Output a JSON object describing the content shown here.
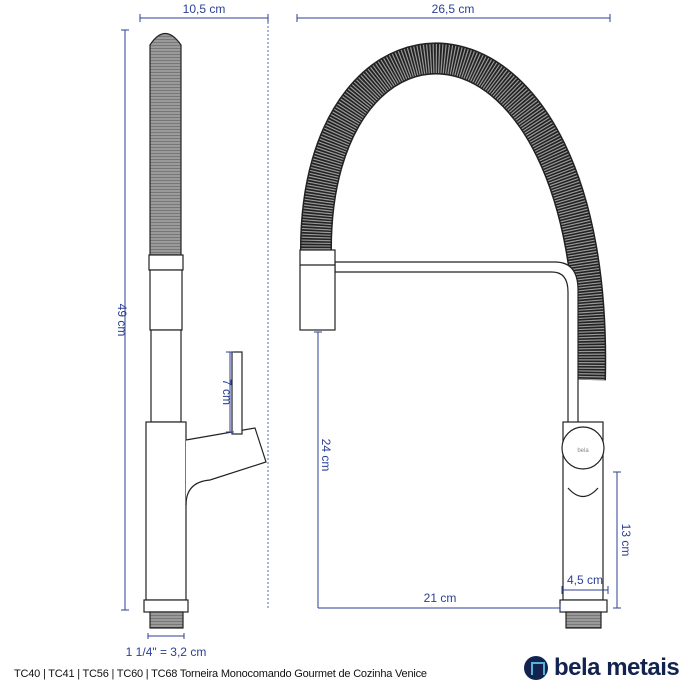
{
  "dimensions": {
    "left_width": "10,5 cm",
    "left_height": "49 cm",
    "handle_height": "7 cm",
    "thread": "1 1/4\" = 3,2 cm",
    "right_width": "26,5 cm",
    "spout_height": "24 cm",
    "reach": "21 cm",
    "body_height": "13 cm",
    "body_width": "4,5 cm"
  },
  "handle_label": "bela",
  "caption": "TC40 | TC41 | TC56 | TC60 | TC68  Torneira Monocomando Gourmet de Cozinha Venice",
  "brand": "bela metais",
  "colors": {
    "dimension": "#2b3f96",
    "brand": "#13234f",
    "hose": "#8a8a8a"
  }
}
